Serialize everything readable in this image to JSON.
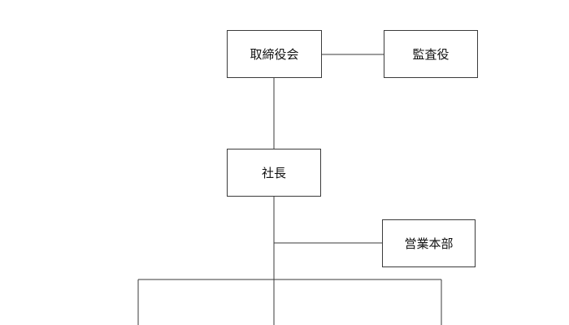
{
  "org_chart": {
    "nodes": {
      "board": {
        "label": "取締役会"
      },
      "auditor": {
        "label": "監査役"
      },
      "president": {
        "label": "社長"
      },
      "sales_hq": {
        "label": "営業本部"
      }
    },
    "edges": [
      {
        "from": "board",
        "to": "auditor",
        "kind": "side"
      },
      {
        "from": "board",
        "to": "president",
        "kind": "vertical"
      },
      {
        "from": "president",
        "to": "sales_hq",
        "kind": "side-branch"
      },
      {
        "from": "president",
        "to": "lower-divisions",
        "kind": "branch-bar"
      }
    ]
  },
  "colors": {
    "line": "#3a3a3a",
    "box_border": "#3a3a3a",
    "background": "#ffffff"
  }
}
